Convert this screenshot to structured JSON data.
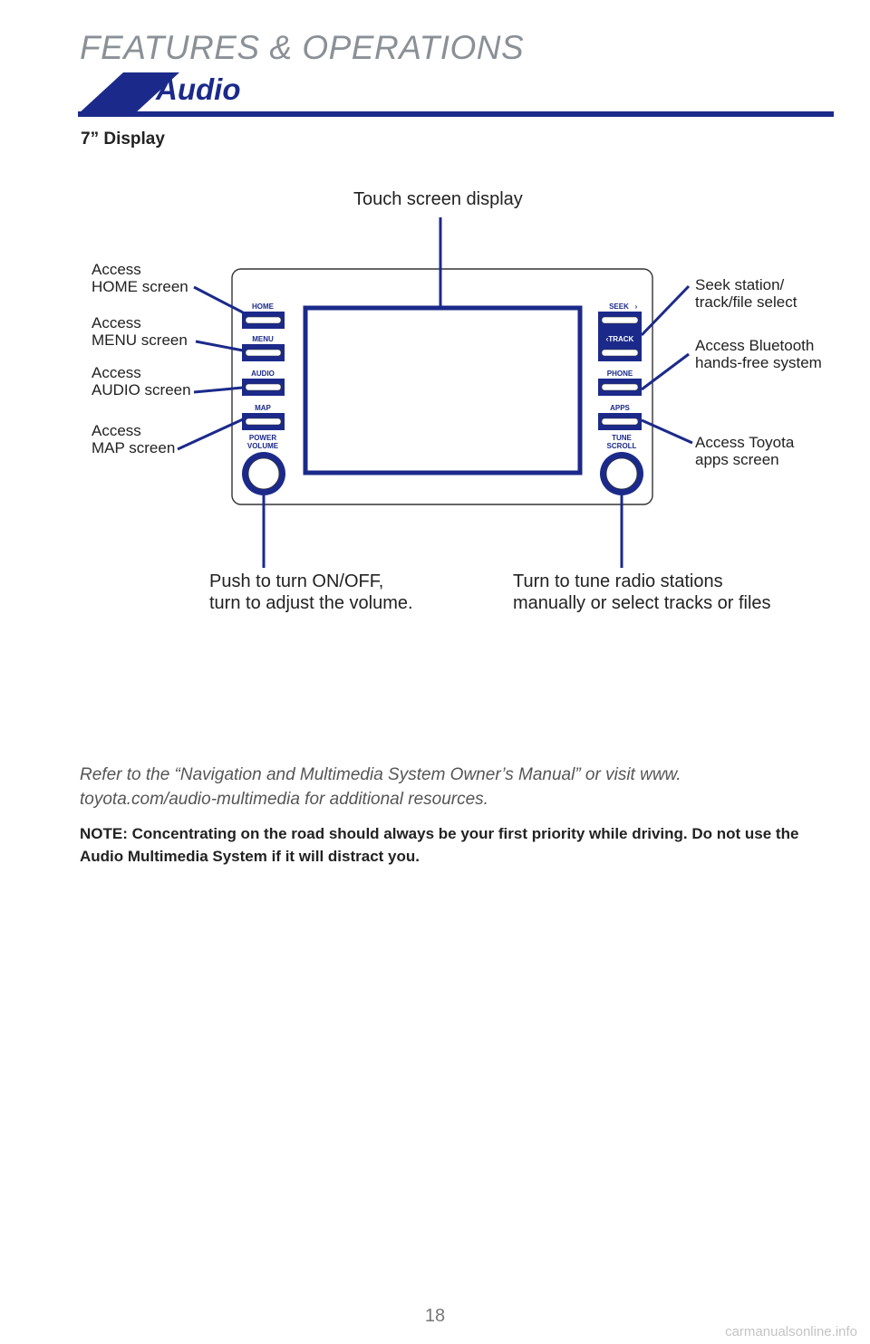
{
  "header": {
    "section_title": "FEATURES & OPERATIONS",
    "banner_title": "Audio",
    "subhead": "7” Display",
    "colors": {
      "accent": "#1b2a8a",
      "title_gray": "#8a9096"
    }
  },
  "unit": {
    "left_buttons": [
      "HOME",
      "MENU",
      "AUDIO",
      "MAP"
    ],
    "right_buttons": [
      "SEEK",
      "TRACK",
      "PHONE",
      "APPS"
    ],
    "left_knob_label": [
      "POWER",
      "VOLUME"
    ],
    "right_knob_label": [
      "TUNE",
      "SCROLL"
    ]
  },
  "callouts": {
    "touch_screen": "Touch screen display",
    "home": "Access\nHOME screen",
    "menu": "Access\nMENU screen",
    "audio": "Access\nAUDIO screen",
    "map": "Access\nMAP screen",
    "seek": "Seek station/\ntrack/file select",
    "phone": "Access Bluetooth\nhands-free system",
    "apps": "Access Toyota\napps screen",
    "power": "Push to turn ON/OFF,\nturn to adjust the volume.",
    "tune": "Turn to tune radio stations\nmanually or select tracks or files"
  },
  "refer_text": "Refer to the “Navigation and Multimedia System Owner’s Manual” or visit www. toyota.com/audio-multimedia for additional resources.",
  "note_text": "NOTE: Concentrating on the road should always be your first priority while driving.  Do not use the Audio Multimedia System if it will distract you.",
  "page_number": "18",
  "watermark": "carmanualsonline.info"
}
